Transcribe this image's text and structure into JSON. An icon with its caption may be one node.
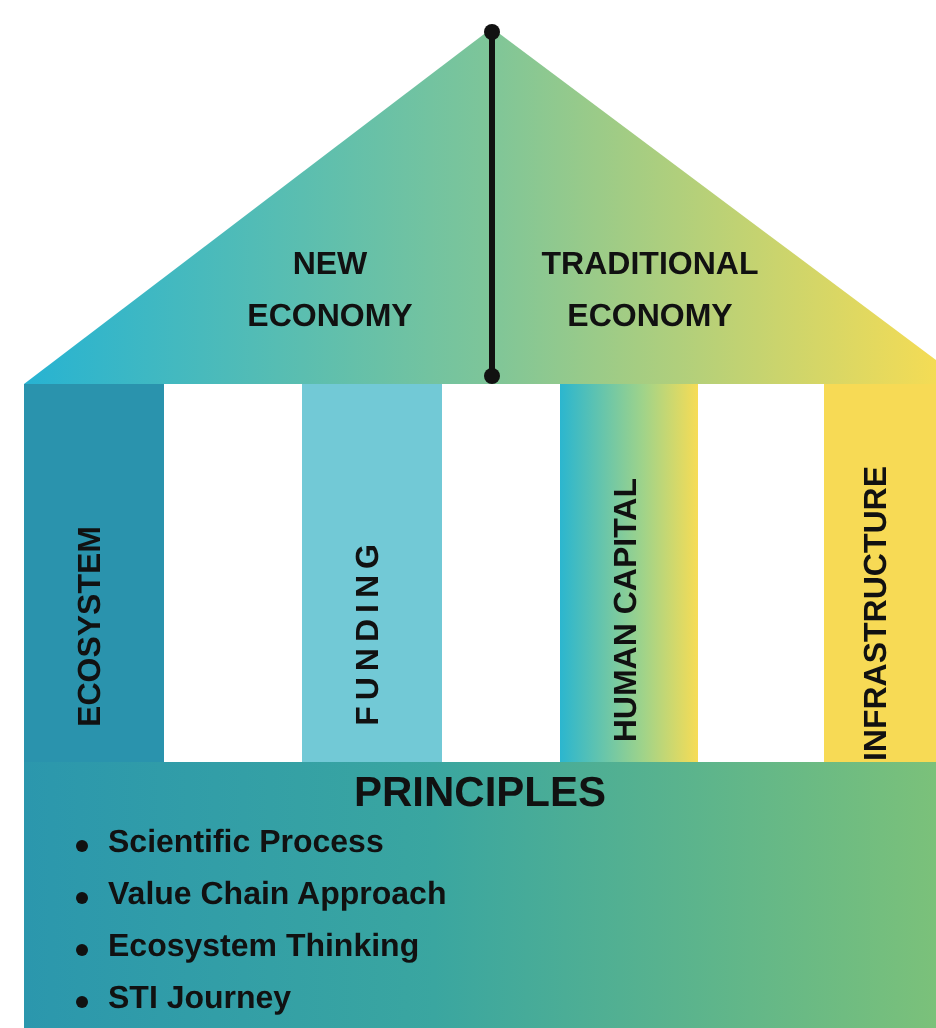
{
  "diagram": {
    "nodes": [
      {
        "text": [
          "NEW ECONOMY",
          "TRADITIONAL ECONOMY"
        ]
      },
      {
        "text": [
          "ECOSYSTEM"
        ]
      },
      {
        "text": [
          "FUNDING"
        ]
      },
      {
        "text": [
          "HUMAN CAPITAL"
        ]
      },
      {
        "text": [
          "INFRASTRUCTURE"
        ]
      },
      {
        "text": [
          "PRINCIPLES",
          "Scientific Process",
          "Value Chain Approach",
          "Ecosystem Thinking",
          "STI Journey"
        ]
      }
    ]
  }
}
